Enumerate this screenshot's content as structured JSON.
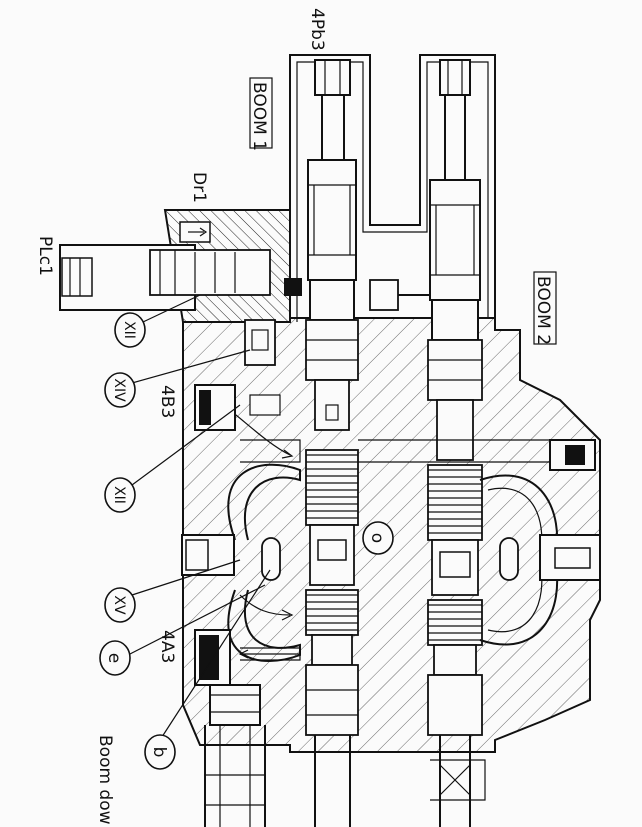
{
  "labels": {
    "port_4pb3": "4Pb3",
    "boom_1": "BOOM 1",
    "boom_2": "BOOM 2",
    "dr1": "Dr1",
    "plc1": "PLc1",
    "port_4b3": "4B3",
    "port_4a3": "4A3",
    "boom_down": "Boom dow"
  },
  "callouts": {
    "xii_top": "XII",
    "xiv": "XIV",
    "xii_mid": "XII",
    "xv": "XV",
    "e": "e",
    "b": "b",
    "o": "o"
  }
}
